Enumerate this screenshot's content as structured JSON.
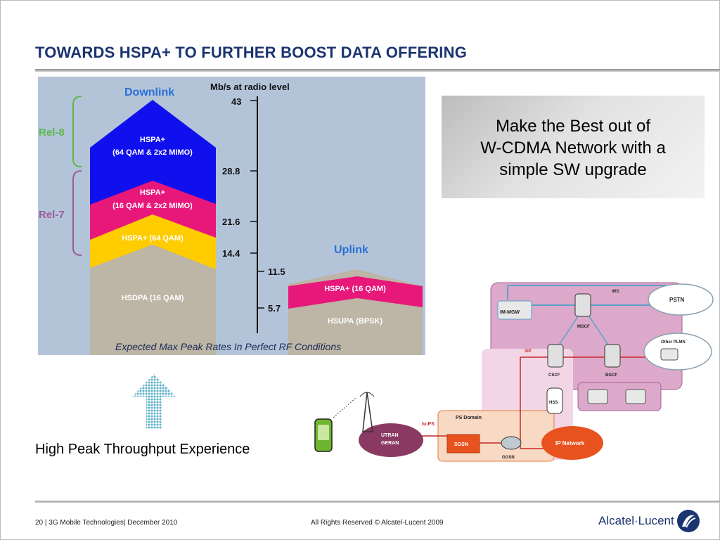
{
  "slide": {
    "title": "TOWARDS HSPA+ TO FURTHER BOOST DATA OFFERING",
    "callout_lines": [
      "Make the Best out of",
      "W-CDMA Network with a",
      "simple SW upgrade"
    ],
    "peak_caption": "High Peak Throughput Experience"
  },
  "rates": {
    "downlink_label": "Downlink",
    "uplink_label": "Uplink",
    "axis_label": "Mb/s at radio level",
    "release_8": "Rel-8",
    "release_7": "Rel-7",
    "ticks": [
      "43",
      "28.8",
      "21.6",
      "14.4",
      "11.5",
      "5.7"
    ],
    "dl_mimo64_line1": "HSPA+",
    "dl_mimo64_line2": "(64 QAM & 2x2 MIMO)",
    "dl_mimo16_line1": "HSPA+",
    "dl_mimo16_line2": "(16 QAM & 2x2 MIMO)",
    "dl_64qam": "HSPA+ (64 QAM)",
    "dl_hsdpa": "HSDPA (16 QAM)",
    "ul_16qam": "HSPA+ (16 QAM)",
    "ul_hsupa": "HSUPA (BPSK)",
    "caption": "Expected Max Peak Rates In Perfect RF Conditions"
  },
  "network": {
    "ims": "IMS",
    "pstn": "PSTN",
    "other_plmn": "Other PLMN",
    "im_mgw": "IM-MGW",
    "mgcf": "MGCF",
    "sip": "SIP",
    "cscf": "CSCF",
    "bgcf": "BGCF",
    "hss": "HSS",
    "ps_domain": "PS Domain",
    "iu_ps": "Iu-PS",
    "utran_geran_line1": "UTRAN",
    "utran_geran_line2": "GERAN",
    "sgsn": "SGSN",
    "ggsn": "GGSN",
    "ip_network": "IP Network"
  },
  "footer": {
    "left": "20 | 3G Mobile Technologies| December 2010",
    "center": "All Rights Reserved © Alcatel-Lucent 2009",
    "brand": "Alcatel·Lucent"
  },
  "colors": {
    "title": "#1b3470",
    "panel_bg": "#b3c4d9",
    "mimo64": "#1010ee",
    "mimo16": "#e8177a",
    "qam64": "#ffcc00",
    "hsdpa": "#bdb5a5",
    "rel8": "#5cb84a",
    "rel7": "#9a5c9a"
  }
}
